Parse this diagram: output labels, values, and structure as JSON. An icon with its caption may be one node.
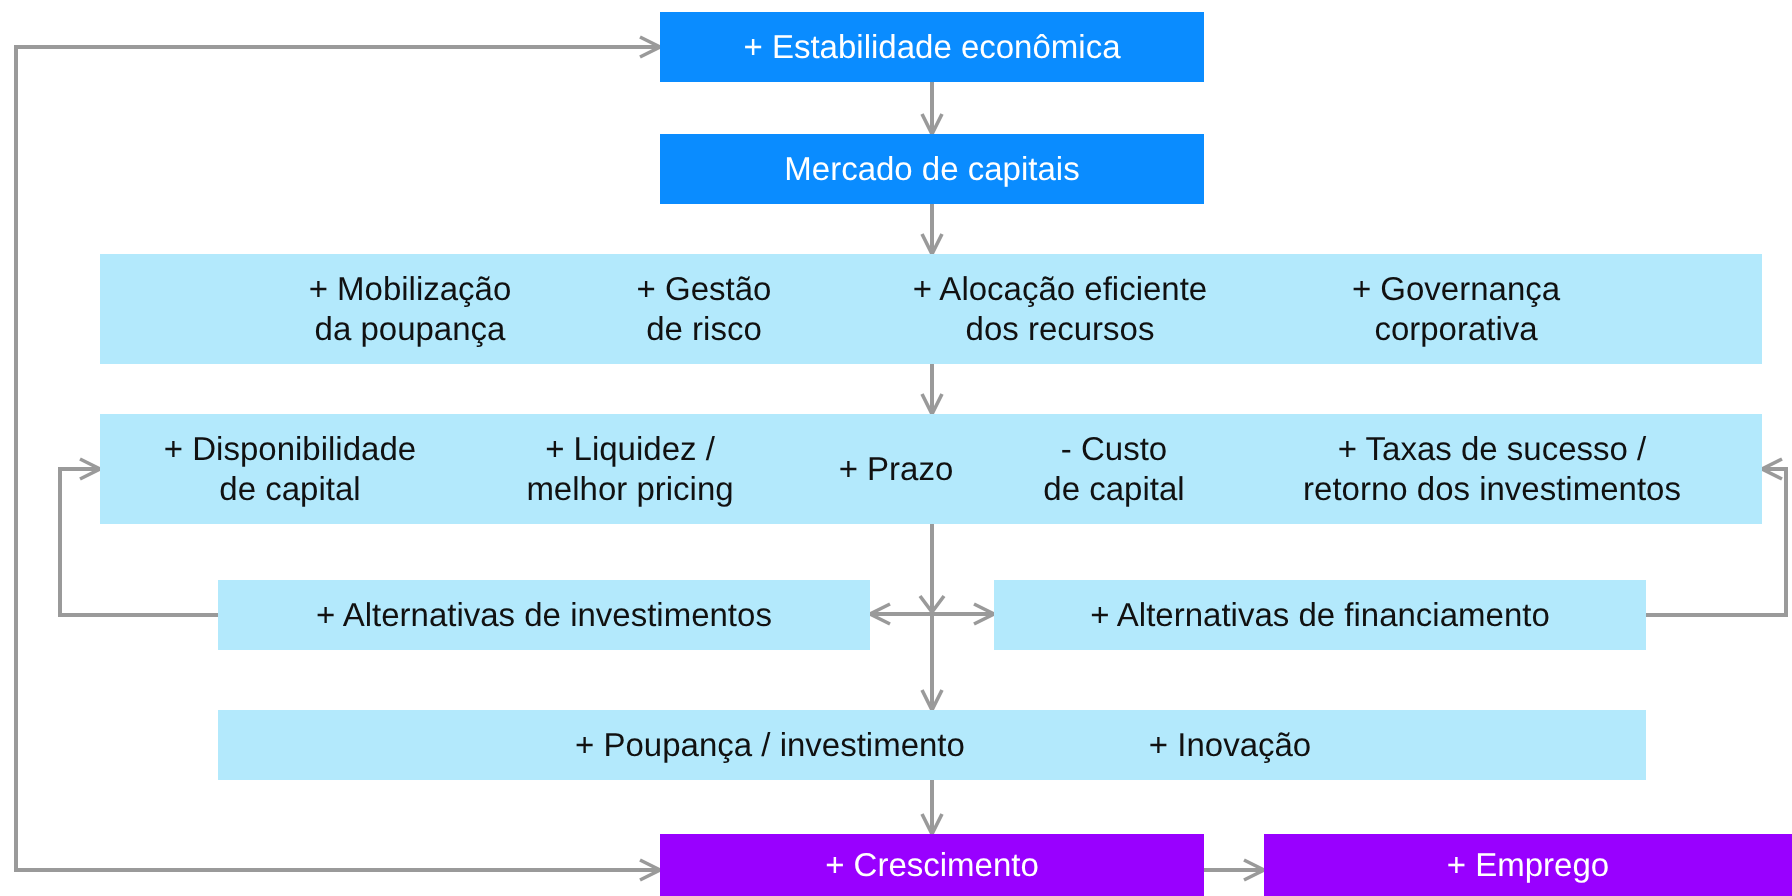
{
  "diagram": {
    "nodes": [
      {
        "text": [
          "+ Estabilidade econômica"
        ]
      },
      {
        "text": [
          "Mercado de capitais"
        ]
      },
      {
        "text": [
          "+ Mobilização da poupança",
          "+ Gestão de risco",
          "+ Alocação eficiente dos recursos",
          "+ Governança corporativa"
        ]
      },
      {
        "text": [
          "+ Disponibilidade de capital",
          "+ Liquidez / melhor pricing",
          "+ Prazo",
          "- Custo de capital",
          "+ Taxas de sucesso / retorno dos investimentos"
        ]
      },
      {
        "text": [
          "+ Alternativas de investimentos"
        ]
      },
      {
        "text": [
          "+ Alternativas de financiamento"
        ]
      },
      {
        "text": [
          "+ Poupança / investimento",
          "+ Inovação"
        ]
      },
      {
        "text": [
          "+ Crescimento"
        ]
      },
      {
        "text": [
          "+ Emprego"
        ]
      }
    ],
    "edges": [
      {
        "from": 0,
        "to": 1,
        "arrow": "to"
      },
      {
        "from": 1,
        "to": 2,
        "arrow": "to"
      },
      {
        "from": 2,
        "to": 3,
        "arrow": "to"
      },
      {
        "from": 3,
        "to": 4,
        "arrow": "to"
      },
      {
        "from": 3,
        "to": 5,
        "arrow": "to"
      },
      {
        "from": 3,
        "to": 6,
        "arrow": "to"
      },
      {
        "from": 6,
        "to": 7,
        "arrow": "to"
      },
      {
        "from": 7,
        "to": 8,
        "arrow": "to"
      },
      {
        "from": 4,
        "to": 3,
        "arrow": "to"
      },
      {
        "from": 5,
        "to": 3,
        "arrow": "to"
      },
      {
        "from": 7,
        "to": 0,
        "arrow": "both"
      }
    ]
  }
}
